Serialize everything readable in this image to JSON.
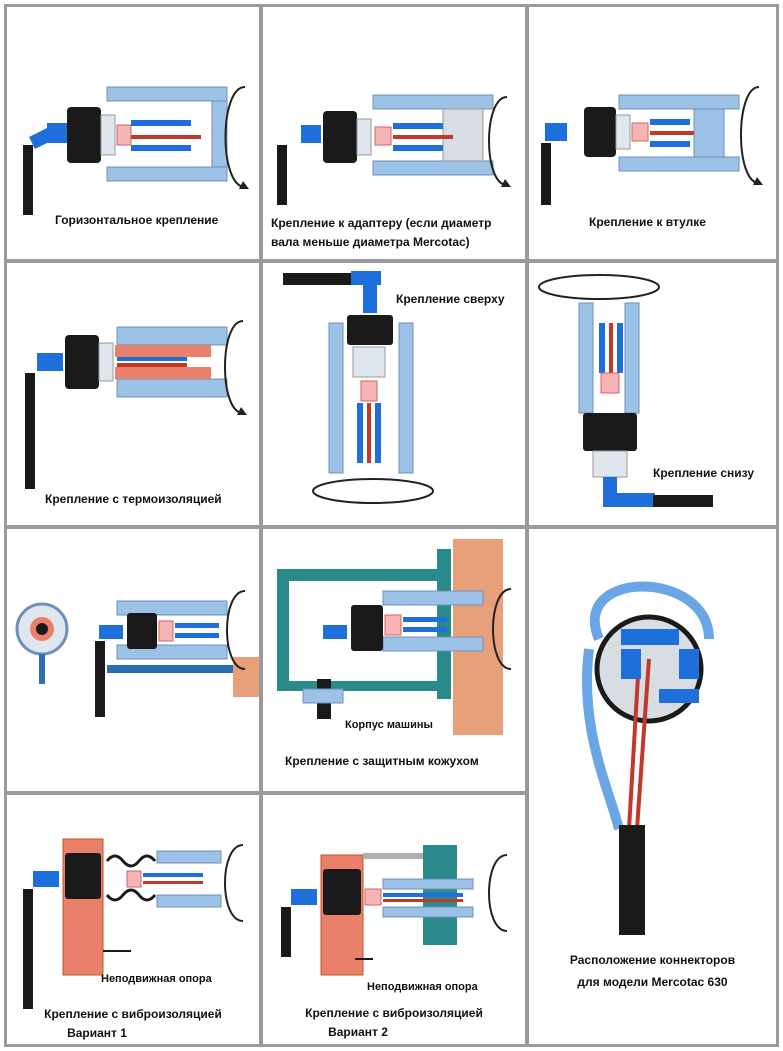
{
  "captions": {
    "c1": "Горизонтальное крепление",
    "c2a": "Крепление к адаптеру (если диаметр",
    "c2b": "вала меньше диаметра Mercotac)",
    "c3": "Крепление к втулке",
    "c4": "Крепление с термоизоляцией",
    "c5": "Крепление сверху",
    "c6": "Крепление снизу",
    "c8": "Крепление с защитным кожухом",
    "c8label": "Корпус машины",
    "c9a": "Расположение коннекторов",
    "c9b": "для модели Mercotac 630",
    "c10a": "Крепление с виброизоляцией",
    "c10b": "Вариант 1",
    "c10label": "Неподвижная опора",
    "c11a": "Крепление с виброизоляцией",
    "c11b": "Вариант 2",
    "c11label": "Неподвижная опора"
  },
  "colors": {
    "grid_border": "#9a9a9a",
    "shaft_blue": "#9cc2e8",
    "shaft_dark": "#6f8fb8",
    "connector_body": "#1a1a1a",
    "cable_blue": "#1e6fd9",
    "insulation_orange": "#e8806a",
    "frame_teal": "#2a8a8a",
    "wood": "#e8a07a"
  },
  "icons": [
    "rotation-arrow-icon",
    "mercotac-connector-icon",
    "cable-icon"
  ]
}
